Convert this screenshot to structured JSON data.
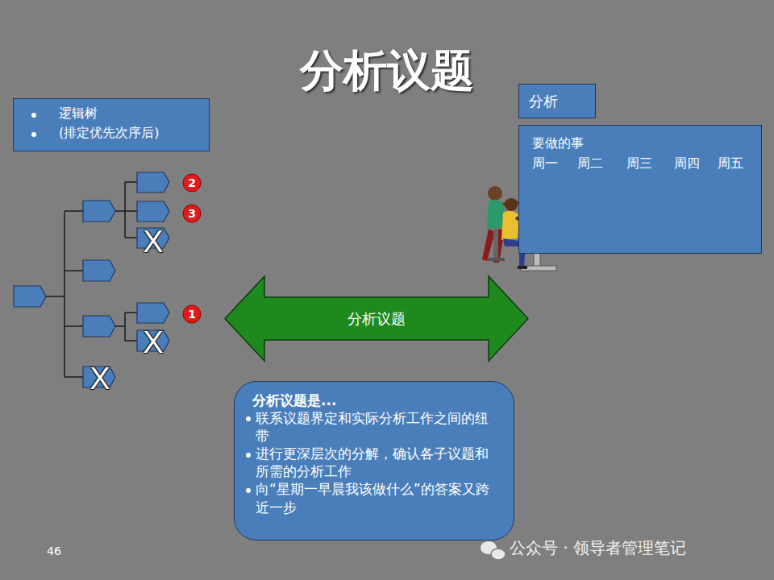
{
  "diagram": {
    "title": "分析议题",
    "nodes": [
      {
        "text": [
          "逻辑树",
          "(排定优先次序后)"
        ]
      },
      {
        "text": [
          "分析"
        ]
      },
      {
        "text": [
          "要做的事"
        ]
      },
      {
        "text": [
          "分析议题"
        ]
      },
      {
        "text": [
          "分析议题是...",
          "联系议题界定和实际分析工作之间的纽带",
          "进行更深层次的分解，确认各子议题和所需的分析工作",
          "向“星期一早晨我该做什么”的答案又跨近一步"
        ]
      }
    ],
    "labels": [
      "2",
      "3",
      "X",
      "1",
      "X",
      "X",
      "周一",
      "周二",
      "周三",
      "周四",
      "周五",
      "46",
      "公众号 · 领导者管理笔记"
    ]
  }
}
